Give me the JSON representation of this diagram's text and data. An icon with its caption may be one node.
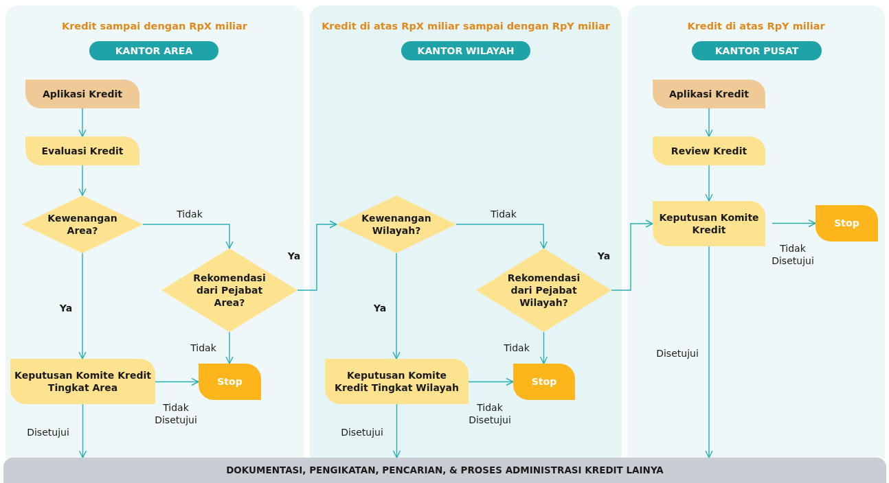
{
  "diagram": {
    "nodes": [
      {
        "text": [
          "Kredit sampai dengan RpX miliar"
        ]
      },
      {
        "text": [
          "KANTOR AREA"
        ],
        "in": 0
      },
      {
        "text": [
          "Aplikasi Kredit"
        ],
        "in": 0
      },
      {
        "text": [
          "Evaluasi Kredit"
        ],
        "in": 0
      },
      {
        "text": [
          "Kewenangan Area?"
        ],
        "in": 0
      },
      {
        "text": [
          "Rekomendasi dari Pejabat Area?"
        ],
        "in": 0
      },
      {
        "text": [
          "Keputusan Komite Kredit Tingkat Area"
        ],
        "in": 0
      },
      {
        "text": [
          "Stop"
        ],
        "in": 0
      },
      {
        "text": [
          "Kredit di atas RpX miliar sampai dengan RpY miliar"
        ]
      },
      {
        "text": [
          "KANTOR WILAYAH"
        ],
        "in": 8
      },
      {
        "text": [
          "Kewenangan Wilayah?"
        ],
        "in": 8
      },
      {
        "text": [
          "Rekomendasi dari Pejabat Wilayah?"
        ],
        "in": 8
      },
      {
        "text": [
          "Keputusan Komite Kredit Tingkat Wilayah"
        ],
        "in": 8
      },
      {
        "text": [
          "Stop"
        ],
        "in": 8
      },
      {
        "text": [
          "Kredit di atas RpY miliar"
        ]
      },
      {
        "text": [
          "KANTOR PUSAT"
        ],
        "in": 14
      },
      {
        "text": [
          "Aplikasi Kredit"
        ],
        "in": 14
      },
      {
        "text": [
          "Review Kredit"
        ],
        "in": 14
      },
      {
        "text": [
          "Keputusan Komite Kredit"
        ],
        "in": 14
      },
      {
        "text": [
          "Stop"
        ],
        "in": 14
      },
      {
        "text": [
          "DOKUMENTASI, PENGIKATAN, PENCARIAN, & PROSES ADMINISTRASI KREDIT LAINYA"
        ]
      }
    ],
    "edges": [
      {
        "from": 2,
        "to": 3,
        "arrow": "to"
      },
      {
        "from": 3,
        "to": 4,
        "arrow": "to"
      },
      {
        "from": 4,
        "to": 5,
        "arrow": "to",
        "label": "Tidak"
      },
      {
        "from": 4,
        "to": 6,
        "arrow": "to",
        "label": "Ya"
      },
      {
        "from": 5,
        "to": 7,
        "arrow": "to",
        "label": "Tidak"
      },
      {
        "from": 6,
        "to": 7,
        "arrow": "to",
        "label": "Tidak Disetujui"
      },
      {
        "from": 6,
        "to": 20,
        "arrow": "to",
        "label": "Disetujui"
      },
      {
        "from": 5,
        "to": 10,
        "arrow": "to",
        "label": "Ya"
      },
      {
        "from": 10,
        "to": 11,
        "arrow": "to",
        "label": "Tidak"
      },
      {
        "from": 10,
        "to": 12,
        "arrow": "to",
        "label": "Ya"
      },
      {
        "from": 11,
        "to": 13,
        "arrow": "to",
        "label": "Tidak"
      },
      {
        "from": 12,
        "to": 13,
        "arrow": "to",
        "label": "Tidak Disetujui"
      },
      {
        "from": 12,
        "to": 20,
        "arrow": "to",
        "label": "Disetujui"
      },
      {
        "from": 11,
        "to": 18,
        "arrow": "to",
        "label": "Ya"
      },
      {
        "from": 16,
        "to": 17,
        "arrow": "to"
      },
      {
        "from": 17,
        "to": 18,
        "arrow": "to"
      },
      {
        "from": 18,
        "to": 19,
        "arrow": "to",
        "label": "Tidak Disetujui"
      },
      {
        "from": 18,
        "to": 20,
        "arrow": "to",
        "label": "Disetujui"
      }
    ]
  }
}
